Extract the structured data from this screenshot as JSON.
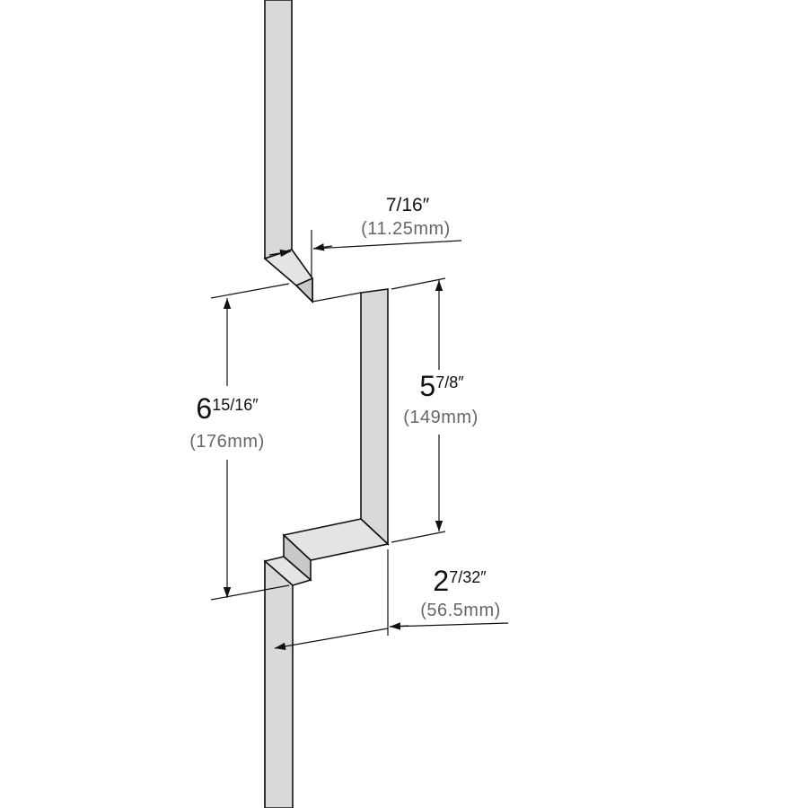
{
  "dimensions": {
    "lip_depth": {
      "imperial": "7/16″",
      "metric": "(11.25mm)"
    },
    "overall_height": {
      "whole": "6",
      "fraction": "15/16″",
      "metric": "(176mm)"
    },
    "inner_height": {
      "whole": "5",
      "fraction": "7/8″",
      "metric": "(149mm)"
    },
    "offset_width": {
      "whole": "2",
      "fraction": "7/32″",
      "metric": "(56.5mm)"
    }
  }
}
